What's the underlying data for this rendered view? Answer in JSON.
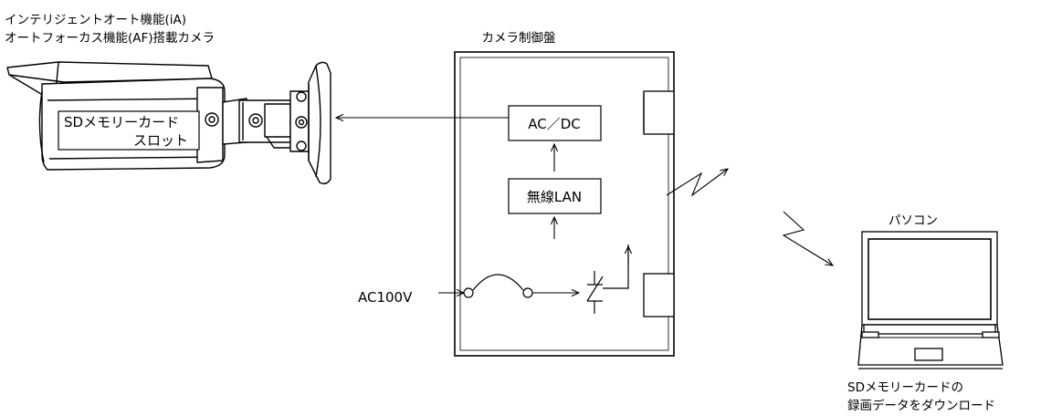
{
  "camera": {
    "caption_line1": "インテリジェントオート機能(iA)",
    "caption_line2": "オートフォーカス機能(AF)搭載カメラ",
    "sd_slot_line1": "SDメモリーカード",
    "sd_slot_line2": "スロット"
  },
  "panel": {
    "title": "カメラ制御盤",
    "acdc_label": "AC／DC",
    "wlan_label": "無線LAN"
  },
  "power": {
    "input_label": "AC100V"
  },
  "pc": {
    "title": "パソコン",
    "caption_line1": "SDメモリーカードの",
    "caption_line2": "録画データをダウンロード"
  }
}
